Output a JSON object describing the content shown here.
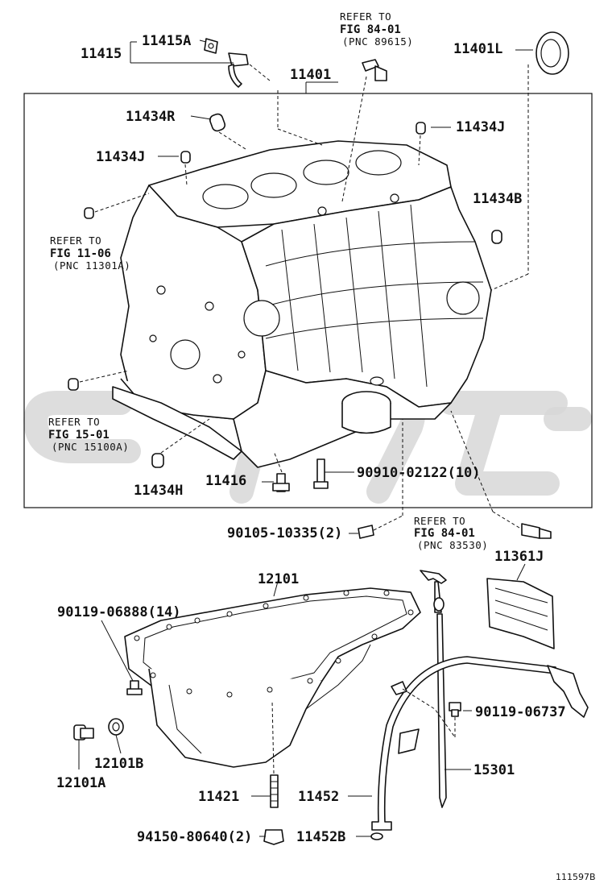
{
  "watermark": "",
  "footer_code": "111597B",
  "labels": {
    "p11415": "11415",
    "p11415A": "11415A",
    "p11401": "11401",
    "p11401L": "11401L",
    "p11434R": "11434R",
    "p11434J_top": "11434J",
    "p11434J_left": "11434J",
    "p11434B": "11434B",
    "p11434H": "11434H",
    "p11416": "11416",
    "p90910": "90910-02122(10)",
    "p90105": "90105-10335(2)",
    "p12101": "12101",
    "p11361J": "11361J",
    "p90119_06888": "90119-06888(14)",
    "p90119_06737": "90119-06737",
    "p12101B": "12101B",
    "p12101A": "12101A",
    "p11421": "11421",
    "p11452": "11452",
    "p15301": "15301",
    "p94150": "94150-80640(2)",
    "p11452B": "11452B"
  },
  "refs": {
    "top": {
      "line1": "REFER TO",
      "line2": "FIG 84-01",
      "line3": "(PNC 89615)"
    },
    "left1": {
      "line1": "REFER TO",
      "line2": "FIG 11-06",
      "line3": "(PNC 11301A)"
    },
    "left2": {
      "line1": "REFER TO",
      "line2": "FIG 15-01",
      "line3": "(PNC 15100A)"
    },
    "right": {
      "line1": "REFER TO",
      "line2": "FIG 84-01",
      "line3": "(PNC 83530)"
    }
  },
  "colors": {
    "ink": "#111111",
    "watermark": "#d7d7d7",
    "background": "#ffffff"
  }
}
